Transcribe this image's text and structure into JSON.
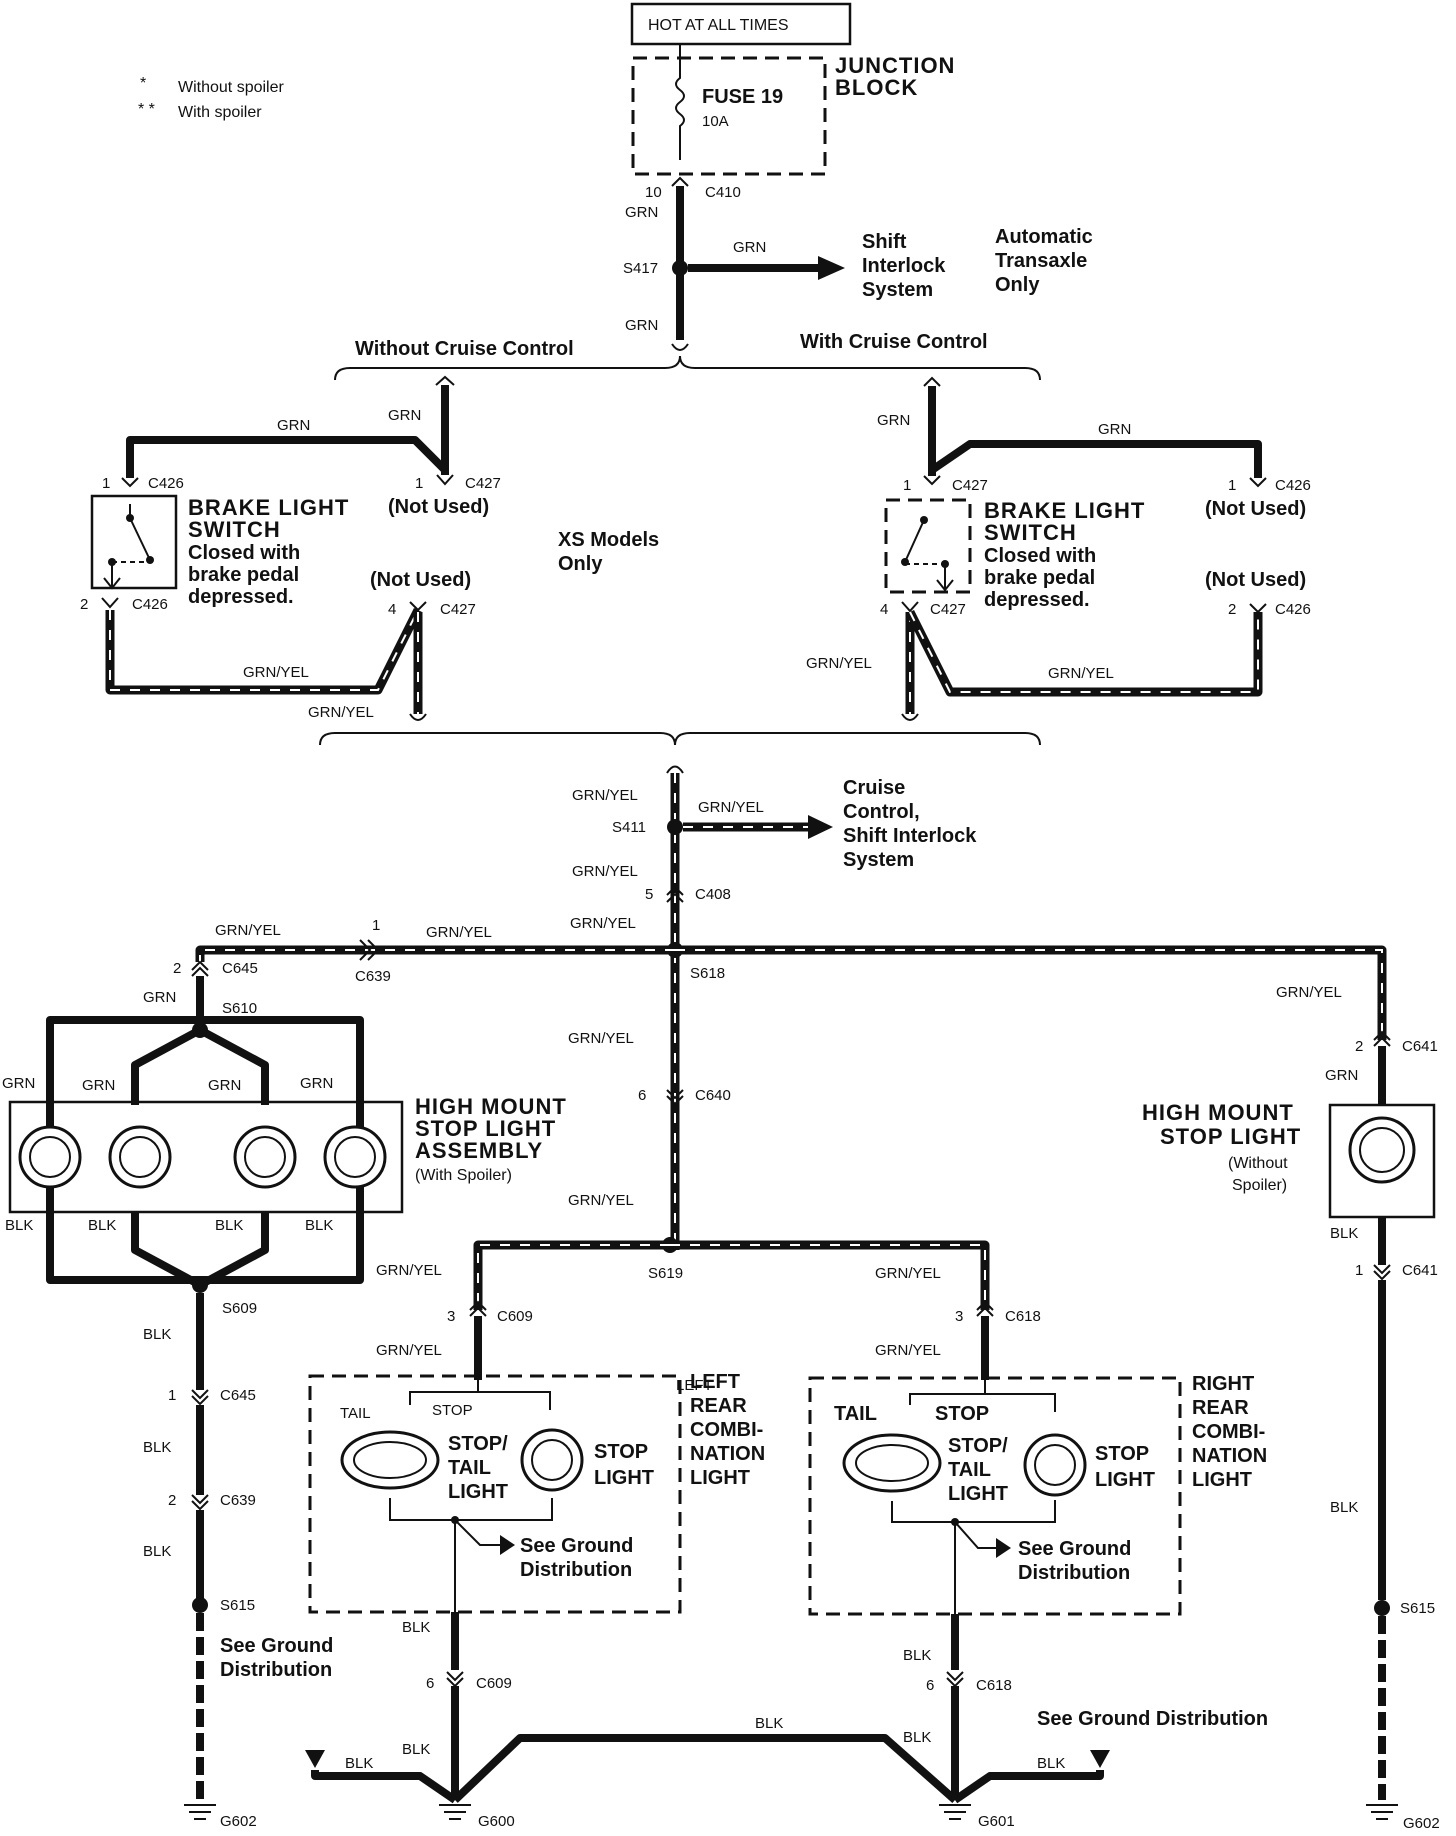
{
  "legend": {
    "without_spoiler": "Without spoiler",
    "with_spoiler": "With spoiler",
    "star1": "*",
    "star2": "* *"
  },
  "power": {
    "hot": "HOT AT ALL TIMES",
    "fuse": "FUSE 19",
    "fuse_amp": "10A",
    "junction_1": "JUNCTION",
    "junction_2": "BLOCK"
  },
  "top": {
    "pin10": "10",
    "c410": "C410",
    "grn": "GRN",
    "s417": "S417",
    "shift_1": "Shift",
    "shift_2": "Interlock",
    "shift_3": "System",
    "auto_1": "Automatic",
    "auto_2": "Transaxle",
    "auto_3": "Only",
    "without_cc": "Without Cruise Control",
    "with_cc": "With Cruise Control"
  },
  "switches": {
    "title_1": "BRAKE LIGHT",
    "title_2": "SWITCH",
    "desc_1": "Closed with",
    "desc_2": "brake pedal",
    "desc_3": "depressed.",
    "not_used": "(Not Used)",
    "xs_1": "XS Models",
    "xs_2": "Only",
    "c426": "C426",
    "c427": "C427",
    "pin1": "1",
    "pin2": "2",
    "pin4": "4",
    "grn": "GRN",
    "grn_yel": "GRN/YEL"
  },
  "middle": {
    "s411": "S411",
    "cruise_1": "Cruise",
    "cruise_2": "Control,",
    "cruise_3": "Shift Interlock",
    "cruise_4": "System",
    "pin5": "5",
    "c408": "C408",
    "s618": "S618",
    "pin6": "6",
    "c640": "C640",
    "s619": "S619",
    "pin2": "2",
    "c645": "C645",
    "pin1": "1",
    "c639": "C639",
    "s610": "S610",
    "c641": "C641"
  },
  "hmsl": {
    "with_1": "HIGH MOUNT",
    "with_2": "STOP LIGHT",
    "with_3": "ASSEMBLY",
    "with_4": "(With Spoiler)",
    "without_1": "HIGH MOUNT",
    "without_2": "STOP LIGHT",
    "without_3": "(Without",
    "without_4": "Spoiler)",
    "s609": "S609",
    "blk": "BLK"
  },
  "rear": {
    "left_1": "LEFT",
    "left_2": "REAR",
    "left_3": "COMBI-",
    "left_4": "NATION",
    "left_5": "LIGHT",
    "right_1": "RIGHT",
    "right_2": "REAR",
    "right_3": "COMBI-",
    "right_4": "NATION",
    "right_5": "LIGHT",
    "tail": "TAIL",
    "stop": "STOP",
    "st_1": "STOP/",
    "st_2": "TAIL",
    "st_3": "LIGHT",
    "sl_1": "STOP",
    "sl_2": "LIGHT",
    "see_1": "See Ground",
    "see_2": "Distribution",
    "pin3": "3",
    "pin6": "6",
    "c609": "C609",
    "c618": "C618"
  },
  "ground": {
    "c645": "C645",
    "c639": "C639",
    "s615": "S615",
    "see_gd_1": "See Ground",
    "see_gd_2": "Distribution",
    "see_gd_full": "See Ground Distribution",
    "g602": "G602",
    "g600": "G600",
    "g601": "G601",
    "pin1": "1",
    "pin2": "2",
    "blk": "BLK"
  }
}
